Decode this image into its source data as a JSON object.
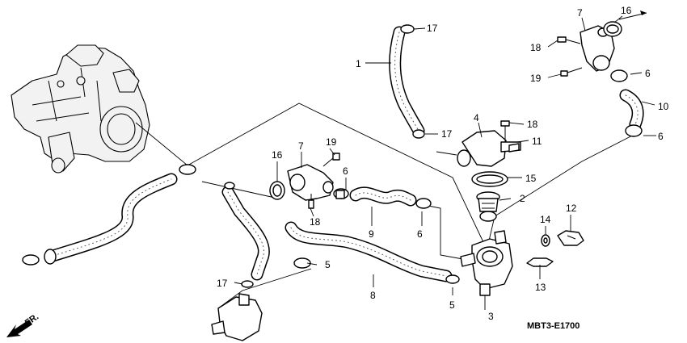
{
  "diagram_code": "MBT3-E1700",
  "direction_label": "FR.",
  "callouts": [
    {
      "id": "c1",
      "label": "1"
    },
    {
      "id": "c2",
      "label": "2"
    },
    {
      "id": "c3",
      "label": "3"
    },
    {
      "id": "c4",
      "label": "4"
    },
    {
      "id": "c5a",
      "label": "5"
    },
    {
      "id": "c5b",
      "label": "5"
    },
    {
      "id": "c6a",
      "label": "6"
    },
    {
      "id": "c6b",
      "label": "6"
    },
    {
      "id": "c6c",
      "label": "6"
    },
    {
      "id": "c6d",
      "label": "6"
    },
    {
      "id": "c7a",
      "label": "7"
    },
    {
      "id": "c7b",
      "label": "7"
    },
    {
      "id": "c8",
      "label": "8"
    },
    {
      "id": "c9",
      "label": "9"
    },
    {
      "id": "c10",
      "label": "10"
    },
    {
      "id": "c11",
      "label": "11"
    },
    {
      "id": "c12",
      "label": "12"
    },
    {
      "id": "c13",
      "label": "13"
    },
    {
      "id": "c14",
      "label": "14"
    },
    {
      "id": "c15",
      "label": "15"
    },
    {
      "id": "c16a",
      "label": "16"
    },
    {
      "id": "c16b",
      "label": "16"
    },
    {
      "id": "c17a",
      "label": "17"
    },
    {
      "id": "c17b",
      "label": "17"
    },
    {
      "id": "c17c",
      "label": "17"
    },
    {
      "id": "c18a",
      "label": "18"
    },
    {
      "id": "c18b",
      "label": "18"
    },
    {
      "id": "c18c",
      "label": "18"
    },
    {
      "id": "c19a",
      "label": "19"
    },
    {
      "id": "c19b",
      "label": "19"
    }
  ]
}
